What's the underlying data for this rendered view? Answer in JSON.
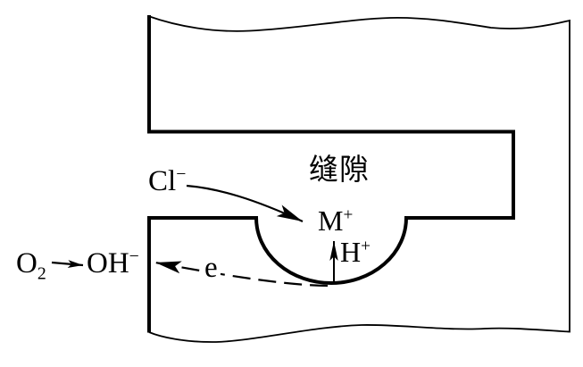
{
  "diagram": {
    "background_color": "#ffffff",
    "line_color": "#000000",
    "labels": {
      "crevice": "缝隙",
      "chloride": {
        "base": "Cl",
        "charge": "−"
      },
      "metal_ion": {
        "base": "M",
        "charge": "+"
      },
      "hydrogen_ion": {
        "base": "H",
        "charge": "+"
      },
      "oxygen": {
        "base": "O",
        "subscript": "2"
      },
      "hydroxide": {
        "base": "OH",
        "charge": "−"
      },
      "electron": "e"
    },
    "arrows": {
      "chloride_into_crevice": "curved-solid-arrow-down-right",
      "electron_flow": "dashed-arrow-left",
      "ion_release": "solid-arrow-up",
      "oxygen_reduction": "solid-arrow-right"
    }
  }
}
